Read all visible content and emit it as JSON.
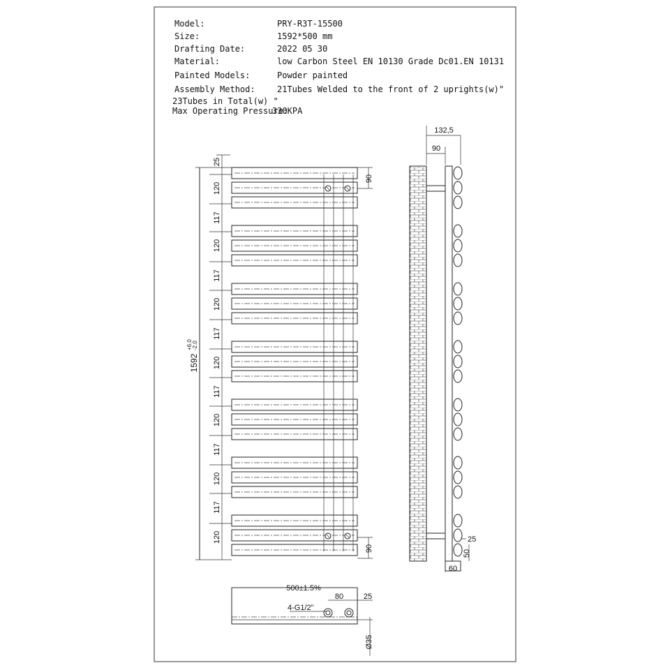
{
  "spec": [
    {
      "label": "Model:",
      "value": "PRY-R3T-15500"
    },
    {
      "label": "Size:",
      "value": "1592*500 mm"
    },
    {
      "label": "Drafting Date:",
      "value": "2022 05 30"
    },
    {
      "label": "Material:",
      "value": "low Carbon Steel  EN 10130 Grade Dc01.EN 10131"
    },
    {
      "label": "Painted Models:",
      "value": "Powder painted"
    },
    {
      "label": "Assembly Method:",
      "value": "21Tubes Welded to the front of 2 uprights(w)\""
    },
    {
      "label": "23Tubes in Total(w) \"",
      "value": ""
    },
    {
      "label": "Max Operating Pressure:",
      "value": "330KPA"
    }
  ],
  "front_view": {
    "top_offset": "25",
    "group_spacings": [
      "120",
      "117",
      "120",
      "117",
      "120",
      "117",
      "120",
      "117",
      "120",
      "117",
      "120",
      "117",
      "120"
    ],
    "total_height": "1592",
    "tolerance_plus": "+6.0",
    "tolerance_minus": "-2.0",
    "top_valve_offset": "90",
    "bottom_valve_offset": "90"
  },
  "side_view": {
    "depth_total": "132,5",
    "depth_upright": "90",
    "bottom_offset": "25",
    "bottom_height": "50",
    "upright_width": "60"
  },
  "bottom_view": {
    "width": "500±1.5%",
    "pipe_spacing": "80",
    "pipe_offset": "25",
    "connection": "4-G1/2\"",
    "pipe_diameter": "Ø35"
  }
}
